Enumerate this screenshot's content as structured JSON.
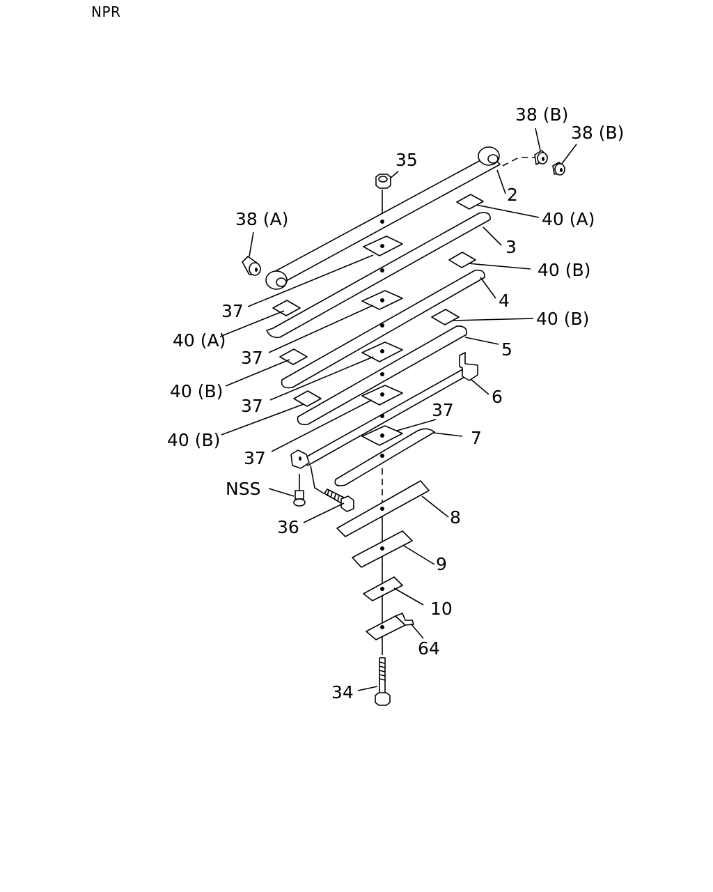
{
  "title": "NPR",
  "labels": {
    "p38b_1": "38 (B)",
    "p38b_2": "38 (B)",
    "p35": "35",
    "p2": "2",
    "p40a_r": "40 (A)",
    "p38a": "38 (A)",
    "p3": "3",
    "p40b_r1": "40 (B)",
    "p37_1": "37",
    "p4": "4",
    "p40a_l": "40 (A)",
    "p40b_r2": "40 (B)",
    "p37_2": "37",
    "p5": "5",
    "p40b_l1": "40 (B)",
    "p6": "6",
    "p37_3": "37",
    "p37_4": "37",
    "p40b_l2": "40 (B)",
    "p7": "7",
    "p37_5": "37",
    "nss": "NSS",
    "p8": "8",
    "p36": "36",
    "p9": "9",
    "p10": "10",
    "p64": "64",
    "p34": "34"
  }
}
